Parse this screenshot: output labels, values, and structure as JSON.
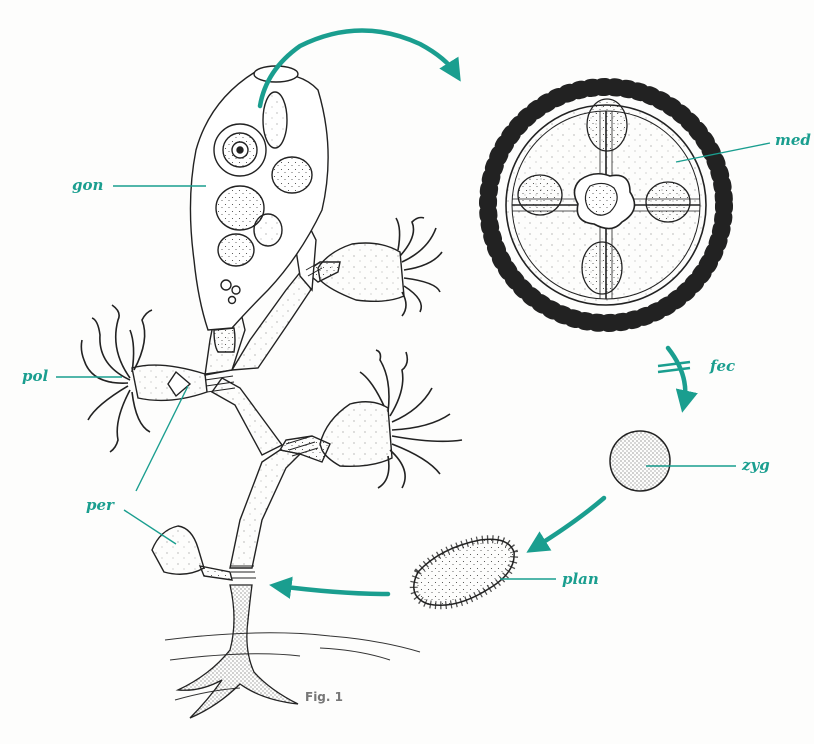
{
  "colors": {
    "accent": "#1a9e8f",
    "ink": "#222222",
    "paper": "#fdfdfc"
  },
  "labels": {
    "gon": "gon",
    "pol": "pol",
    "per": "per",
    "med": "med",
    "fec": "fec",
    "zyg": "zyg",
    "plan": "plan"
  },
  "figure_caption": "Fig. 1"
}
